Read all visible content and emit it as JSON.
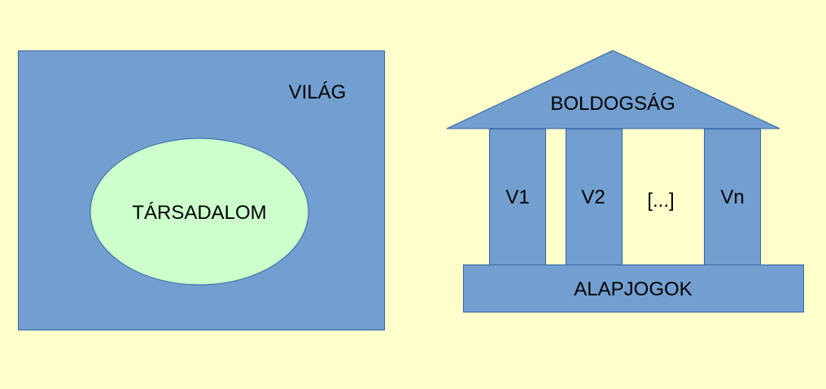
{
  "colors": {
    "background": "#ffffcc",
    "shape_fill": "#729fcf",
    "shape_stroke": "#3465a4",
    "ellipse_fill": "#ccffcc"
  },
  "left": {
    "world_label": "VILÁG",
    "society_label": "TÁRSADALOM"
  },
  "temple": {
    "roof_label": "BOLDOGSÁG",
    "pillars": [
      "V1",
      "V2",
      "[...]",
      "Vn"
    ],
    "base_label": "ALAPJOGOK"
  }
}
